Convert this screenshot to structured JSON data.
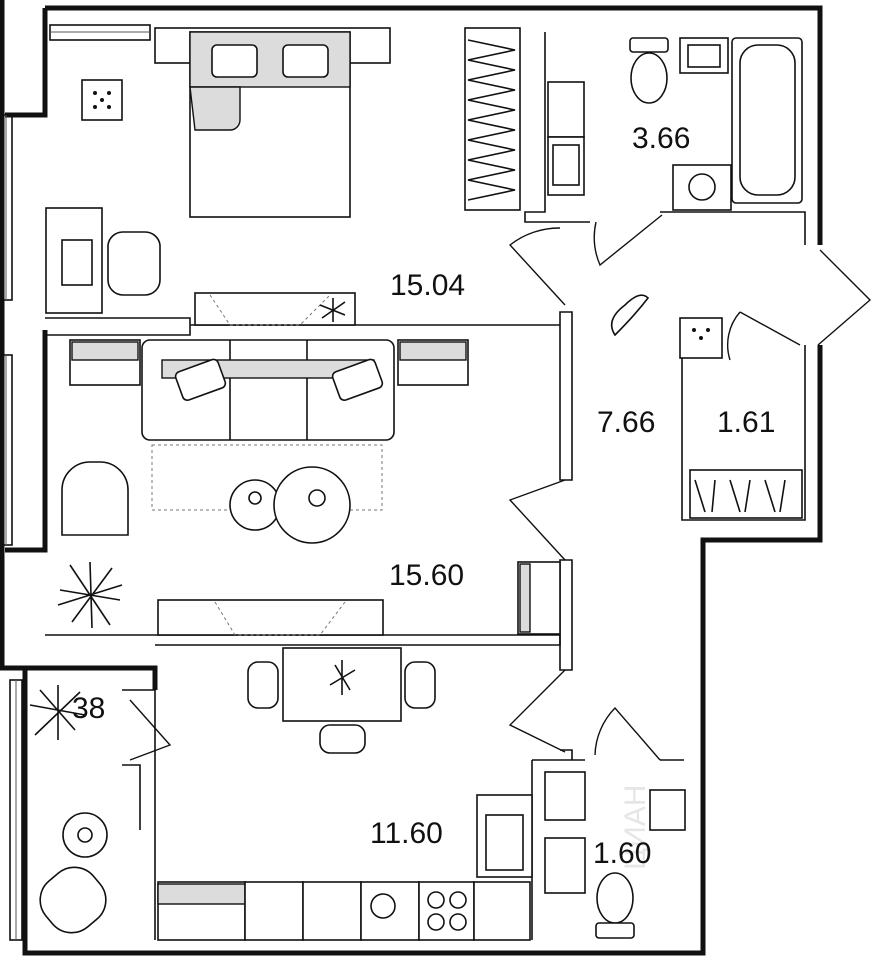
{
  "plan": {
    "watermark": "ЦИАН",
    "rooms": [
      {
        "id": "bedroom",
        "area": "15.04"
      },
      {
        "id": "bathroom",
        "area": "3.66"
      },
      {
        "id": "hallway",
        "area": "7.66"
      },
      {
        "id": "storage",
        "area": "1.61"
      },
      {
        "id": "living-room",
        "area": "15.60"
      },
      {
        "id": "balcony",
        "area": "38"
      },
      {
        "id": "kitchen",
        "area": "11.60"
      },
      {
        "id": "toilet",
        "area": "1.60"
      }
    ]
  }
}
